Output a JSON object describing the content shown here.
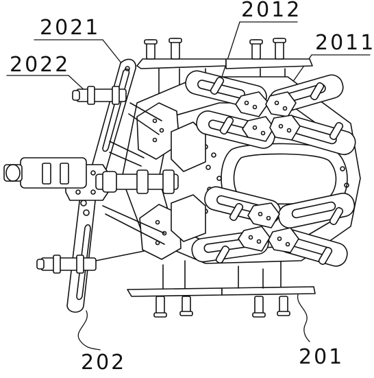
{
  "labels": {
    "ref_2012": "2012",
    "ref_2021": "2021",
    "ref_2011": "2011",
    "ref_2022": "2022",
    "ref_202": "202",
    "ref_201": "201"
  },
  "colors": {
    "stroke": "#111111",
    "fill": "#ffffff",
    "shade": "#d8d8d8"
  }
}
